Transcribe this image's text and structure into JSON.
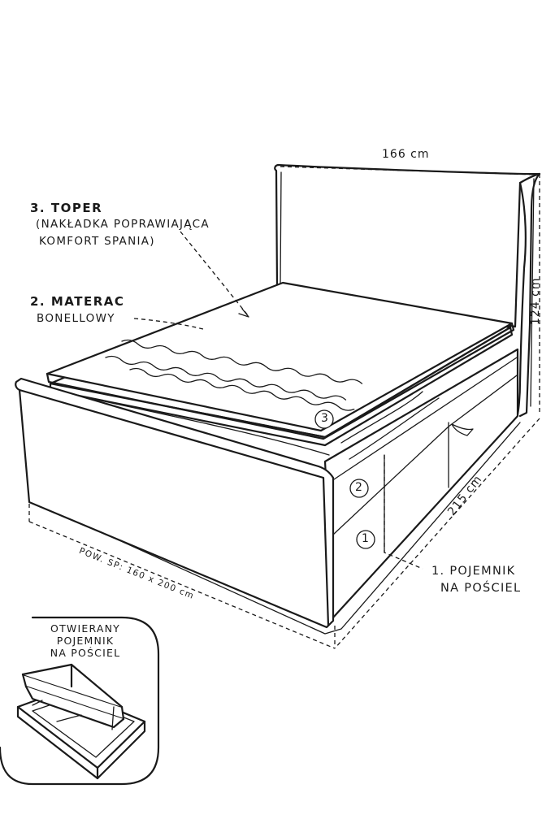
{
  "dimensions": {
    "width": "166 cm",
    "height": "124 cm",
    "length": "215 cm",
    "sleeping_area": "POW. SP: 160 x 200 cm"
  },
  "callouts": {
    "topper_title": "3. TOPER",
    "topper_desc_line1": "(NAKŁADKA POPRAWIAJĄCA",
    "topper_desc_line2": "KOMFORT SPANIA)",
    "mattress_title": "2. MATERAC",
    "mattress_desc": "BONELLOWY",
    "container_line1": "1. POJEMNIK",
    "container_line2": "NA POŚCIEL"
  },
  "markers": [
    "1",
    "2",
    "3"
  ],
  "inset": {
    "line1": "OTWIERANY",
    "line2": "POJEMNIK",
    "line3": "NA POŚCIEL"
  }
}
